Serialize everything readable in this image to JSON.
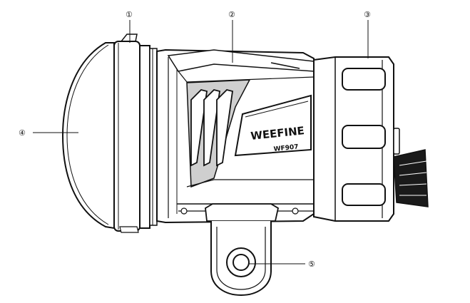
{
  "diagram": {
    "callouts": [
      {
        "id": "1",
        "label": "①"
      },
      {
        "id": "2",
        "label": "②"
      },
      {
        "id": "3",
        "label": "③"
      },
      {
        "id": "4",
        "label": "④"
      },
      {
        "id": "5",
        "label": "⑤"
      }
    ],
    "brand": {
      "logo": "WEEFINE",
      "model": "WF907"
    },
    "colors": {
      "line": "#111111",
      "shade": "#cfcfcf",
      "dark": "#1a1a1a",
      "background": "#ffffff"
    }
  }
}
